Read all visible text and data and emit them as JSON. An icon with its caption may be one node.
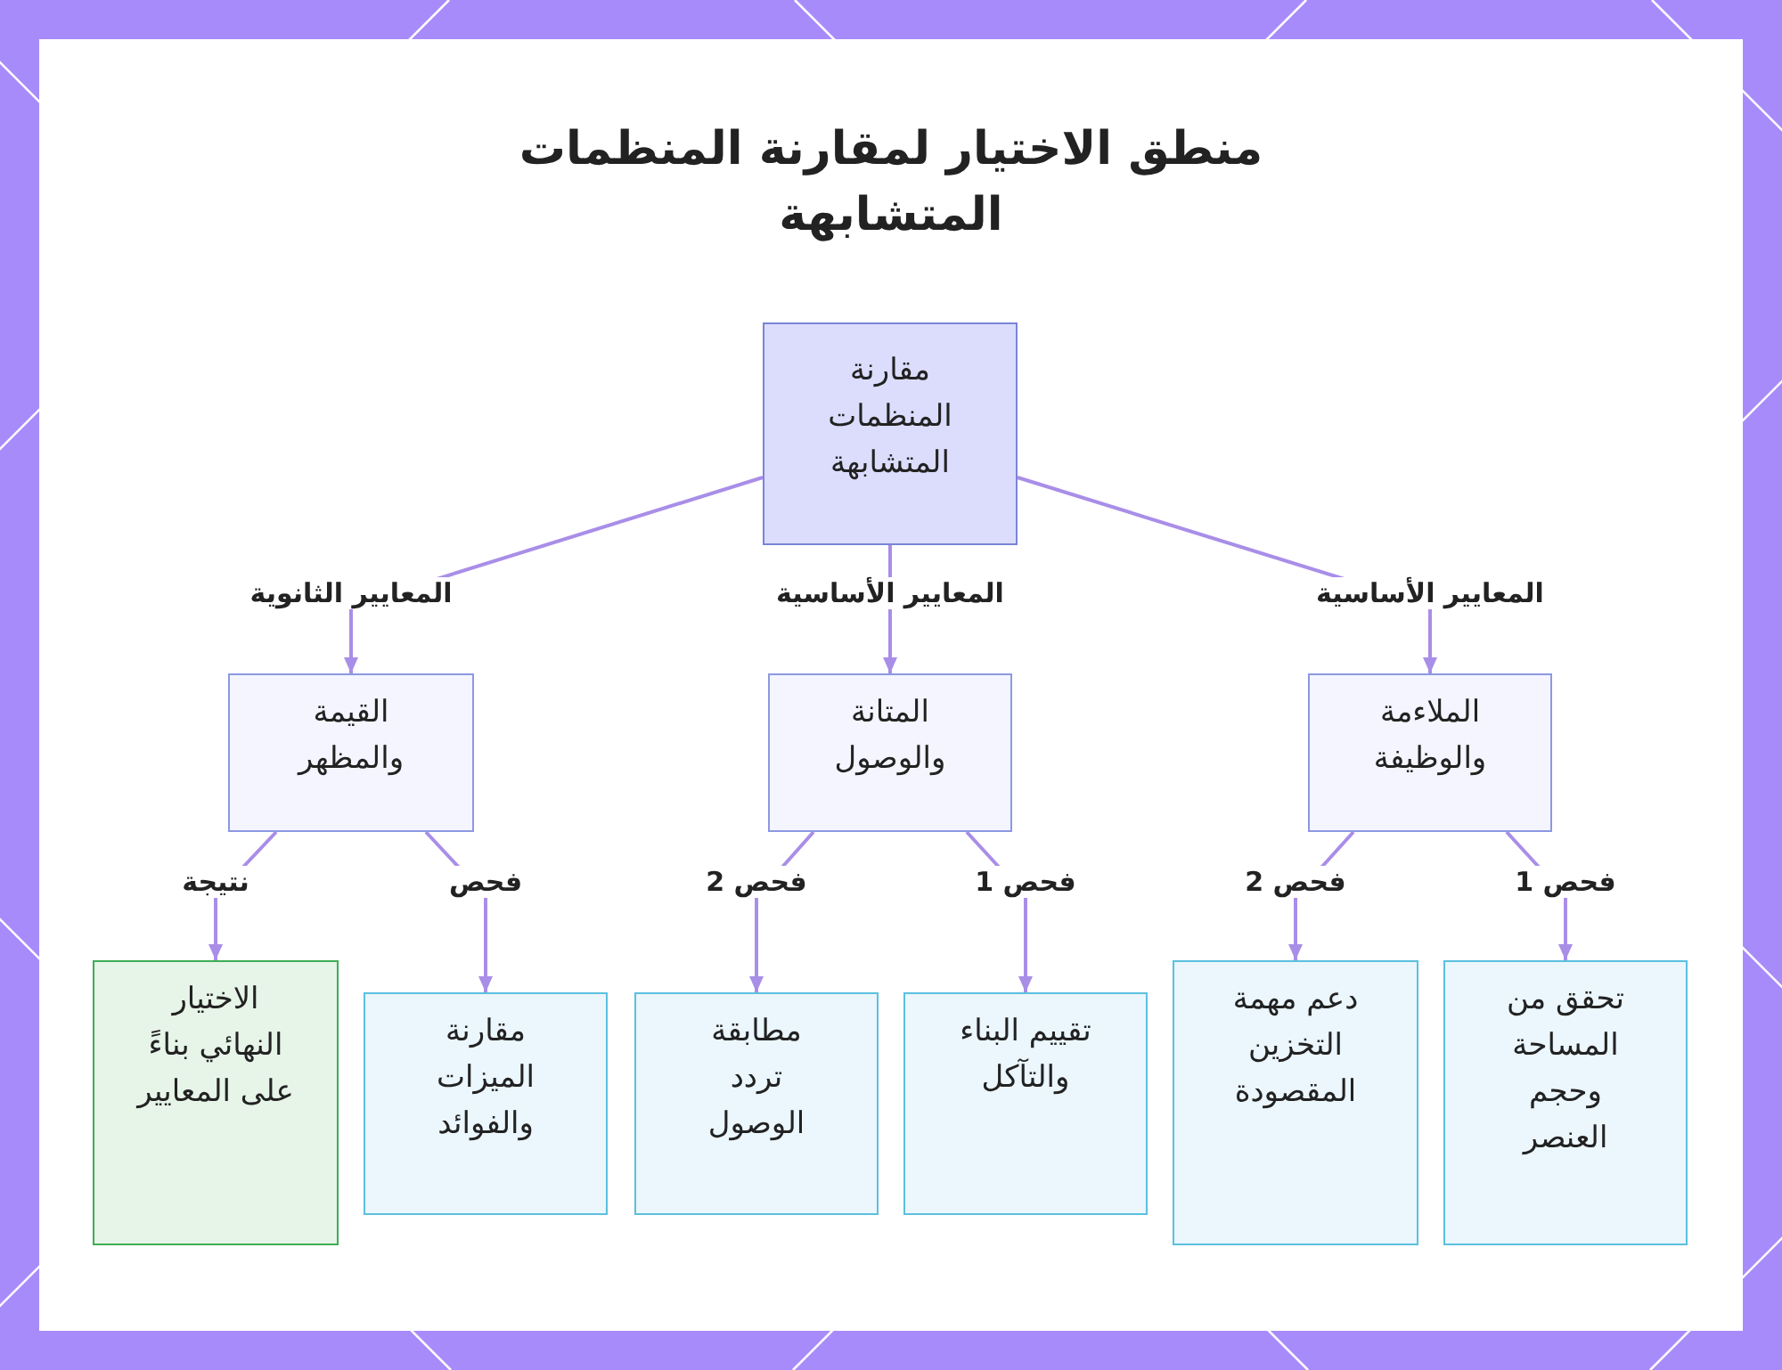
{
  "diagram": {
    "title": "منطق الاختيار لمقارنة المنظمات المتشابهة",
    "nodes": [
      {
        "text": [
          "مقارنة المنظمات المتشابهة"
        ]
      },
      {
        "text": [
          "الملاءمة والوظيفة"
        ]
      },
      {
        "text": [
          "المتانة والوصول"
        ]
      },
      {
        "text": [
          "القيمة والمظهر"
        ]
      },
      {
        "text": [
          "تحقق من المساحة وحجم العنصر"
        ]
      },
      {
        "text": [
          "دعم مهمة التخزين المقصودة"
        ]
      },
      {
        "text": [
          "تقييم البناء والتآكل"
        ]
      },
      {
        "text": [
          "مطابقة تردد الوصول"
        ]
      },
      {
        "text": [
          "مقارنة الميزات والفوائد"
        ]
      },
      {
        "text": [
          "الاختيار النهائي بناءً على المعايير"
        ]
      }
    ],
    "edges": [
      {
        "from": 0,
        "to": 1,
        "arrow": "to",
        "label": "المعايير الأساسية"
      },
      {
        "from": 0,
        "to": 2,
        "arrow": "to",
        "label": "المعايير الأساسية"
      },
      {
        "from": 0,
        "to": 3,
        "arrow": "to",
        "label": "المعايير الثانوية"
      },
      {
        "from": 1,
        "to": 4,
        "arrow": "to",
        "label": "فحص 1"
      },
      {
        "from": 1,
        "to": 5,
        "arrow": "to",
        "label": "فحص 2"
      },
      {
        "from": 2,
        "to": 6,
        "arrow": "to",
        "label": "فحص 1"
      },
      {
        "from": 2,
        "to": 7,
        "arrow": "to",
        "label": "فحص 2"
      },
      {
        "from": 3,
        "to": 8,
        "arrow": "to",
        "label": "فحص"
      },
      {
        "from": 3,
        "to": 9,
        "arrow": "to",
        "label": "نتيجة"
      }
    ]
  }
}
